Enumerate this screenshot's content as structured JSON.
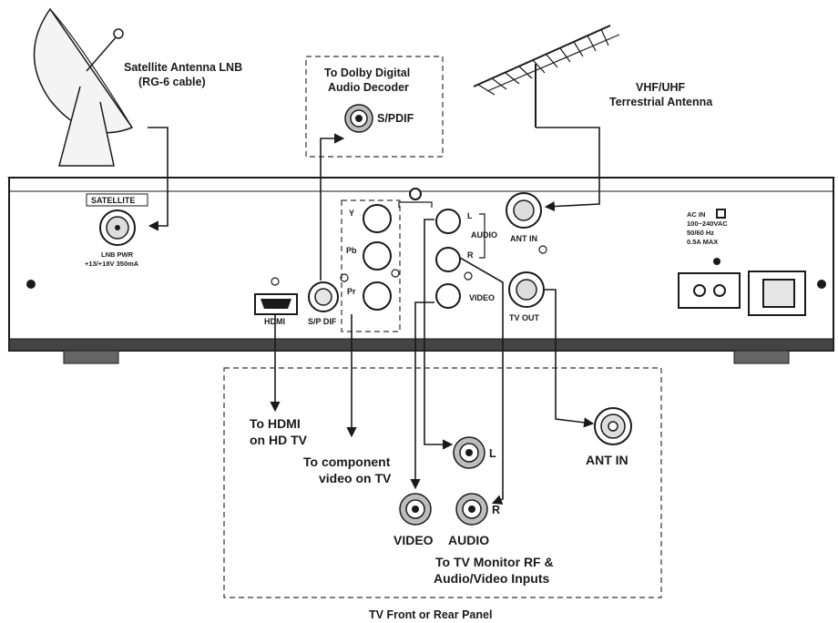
{
  "labels": {
    "satellite_antenna": [
      "Satellite Antenna LNB",
      "(RG-6 cable)"
    ],
    "dolby": [
      "To Dolby Digital",
      "Audio  Decoder"
    ],
    "spdif_top": "S/PDIF",
    "vhf": [
      "VHF/UHF",
      "Terrestrial Antenna"
    ],
    "satellite": "SATELLITE",
    "lnb_pwr": [
      "LNB PWR",
      "+13/+18V 350mA"
    ],
    "hdmi": "HDMI",
    "spdif_rear": "S/P DIF",
    "y": "Y",
    "pb": "Pb",
    "pr": "Pr",
    "audio_l": "L",
    "audio_r": "R",
    "audio": "AUDIO",
    "video": "VIDEO",
    "ant_in_rear": "ANT IN",
    "tv_out": "TV OUT",
    "ac_in": [
      "AC IN",
      "100~240VAC",
      "50/60 Hz",
      "0.5A MAX"
    ],
    "to_hdmi": [
      "To HDMI",
      "on HD TV"
    ],
    "to_component": [
      "To component",
      "video on TV"
    ],
    "tv_l": "L",
    "tv_r": "R",
    "tv_video": "VIDEO",
    "tv_audio": "AUDIO",
    "tv_ant_in": "ANT IN",
    "to_tv_monitor": [
      "To TV Monitor RF &",
      "Audio/Video Inputs"
    ],
    "tv_panel": "TV Front or Rear Panel"
  }
}
